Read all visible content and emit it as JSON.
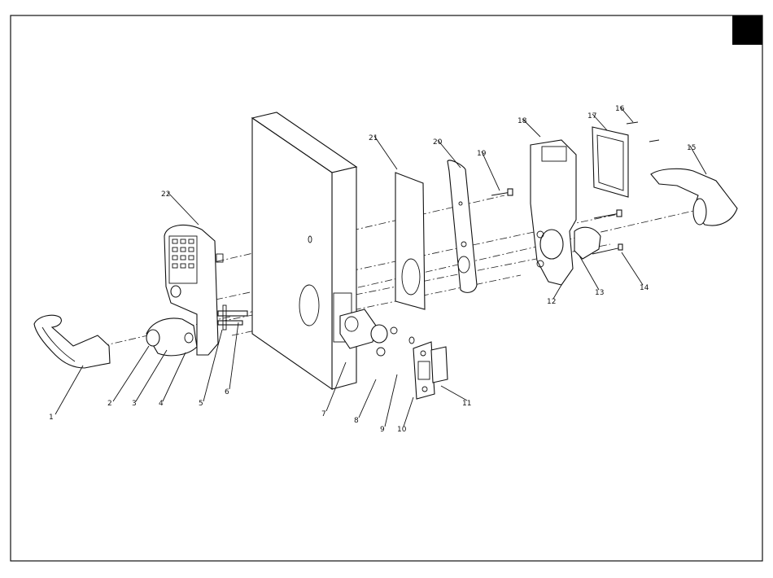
{
  "diagram": {
    "callouts": [
      {
        "id": "callout-1",
        "text": "1"
      },
      {
        "id": "callout-2",
        "text": "2"
      },
      {
        "id": "callout-3",
        "text": "3"
      },
      {
        "id": "callout-4",
        "text": "4"
      },
      {
        "id": "callout-5",
        "text": "5"
      },
      {
        "id": "callout-6",
        "text": "6"
      },
      {
        "id": "callout-7",
        "text": "7"
      },
      {
        "id": "callout-8",
        "text": "8"
      },
      {
        "id": "callout-9",
        "text": "9"
      },
      {
        "id": "callout-10",
        "text": "10"
      },
      {
        "id": "callout-11",
        "text": "11"
      },
      {
        "id": "callout-12",
        "text": "12"
      },
      {
        "id": "callout-13",
        "text": "13"
      },
      {
        "id": "callout-14",
        "text": "14"
      },
      {
        "id": "callout-15",
        "text": "15"
      },
      {
        "id": "callout-16",
        "text": "16"
      },
      {
        "id": "callout-17",
        "text": "17"
      },
      {
        "id": "callout-18",
        "text": "18"
      },
      {
        "id": "callout-19",
        "text": "19"
      },
      {
        "id": "callout-20",
        "text": "20"
      },
      {
        "id": "callout-21",
        "text": "21"
      },
      {
        "id": "callout-22",
        "text": "22"
      }
    ],
    "colors": {
      "ink": "#111111",
      "paper": "#ffffff",
      "corner_mark": "#000000"
    }
  }
}
